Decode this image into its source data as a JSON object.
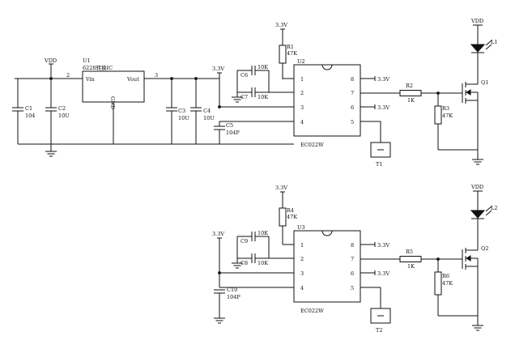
{
  "schematic": {
    "vdd_left": "VDD",
    "reg": {
      "ref": "U1",
      "part": "6228转换IC",
      "vin": "Vin",
      "vout": "Vout",
      "gnd": "GND",
      "pin2": "2",
      "pin3": "3"
    },
    "rail_3v3": "3.3V",
    "caps_top": [
      {
        "ref": "C1",
        "value": "104"
      },
      {
        "ref": "C2",
        "value": "10U"
      },
      {
        "ref": "C3",
        "value": "10U"
      },
      {
        "ref": "C4",
        "value": "10U"
      },
      {
        "ref": "C5",
        "value": "104P"
      },
      {
        "ref": "C6",
        "value": "10K"
      },
      {
        "ref": "C7",
        "value": "10K"
      }
    ],
    "caps_bottom": [
      {
        "ref": "C9",
        "value": "10K"
      },
      {
        "ref": "C8",
        "value": "10K"
      },
      {
        "ref": "C10",
        "value": "104P"
      }
    ],
    "resistors": [
      {
        "ref": "R1",
        "value": "47K"
      },
      {
        "ref": "R2",
        "value": "1K"
      },
      {
        "ref": "R3",
        "value": "47K"
      },
      {
        "ref": "R4",
        "value": "47K"
      },
      {
        "ref": "R5",
        "value": "1K"
      },
      {
        "ref": "R6",
        "value": "47K"
      }
    ],
    "ic_top": {
      "ref": "U2",
      "part": "EC022W"
    },
    "ic_bottom": {
      "ref": "U3",
      "part": "EC022W"
    },
    "pins": [
      "1",
      "2",
      "3",
      "4",
      "5",
      "6",
      "7",
      "8"
    ],
    "transistors": [
      "Q1",
      "Q2"
    ],
    "leds": [
      "L1",
      "L2"
    ],
    "vdd_right": "VDD",
    "touch_pads": [
      "T1",
      "T2"
    ]
  }
}
